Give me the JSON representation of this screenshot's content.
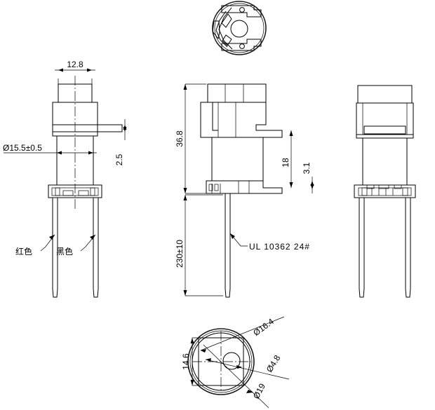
{
  "drawing": {
    "title_type": "mechanical-part-drawing",
    "views": {
      "top_view": {
        "name": "top-circular-view"
      },
      "left_view": {
        "name": "front-elevation-view"
      },
      "middle_view": {
        "name": "side-elevation-view"
      },
      "right_view": {
        "name": "rear-elevation-view"
      },
      "bottom_view": {
        "name": "bottom-circular-view"
      }
    }
  },
  "dimensions": {
    "width_top": "12.8",
    "diameter_body": "Ø15.5±0.5",
    "flange_thickness": "2.5",
    "total_height": "36.8",
    "mid_height": "18",
    "base_height": "3.1",
    "wire_length": "230±10",
    "bottom_outer_dia": "Ø19",
    "bottom_inner_dia": "Ø16.4",
    "bottom_hole_dia": "Ø4.8",
    "bottom_flat_width": "14.6"
  },
  "labels": {
    "wire_red": "红色",
    "wire_black": "黑色",
    "wire_spec": "UL 10362 24#"
  },
  "colors": {
    "line": "#000000",
    "background": "#ffffff"
  }
}
